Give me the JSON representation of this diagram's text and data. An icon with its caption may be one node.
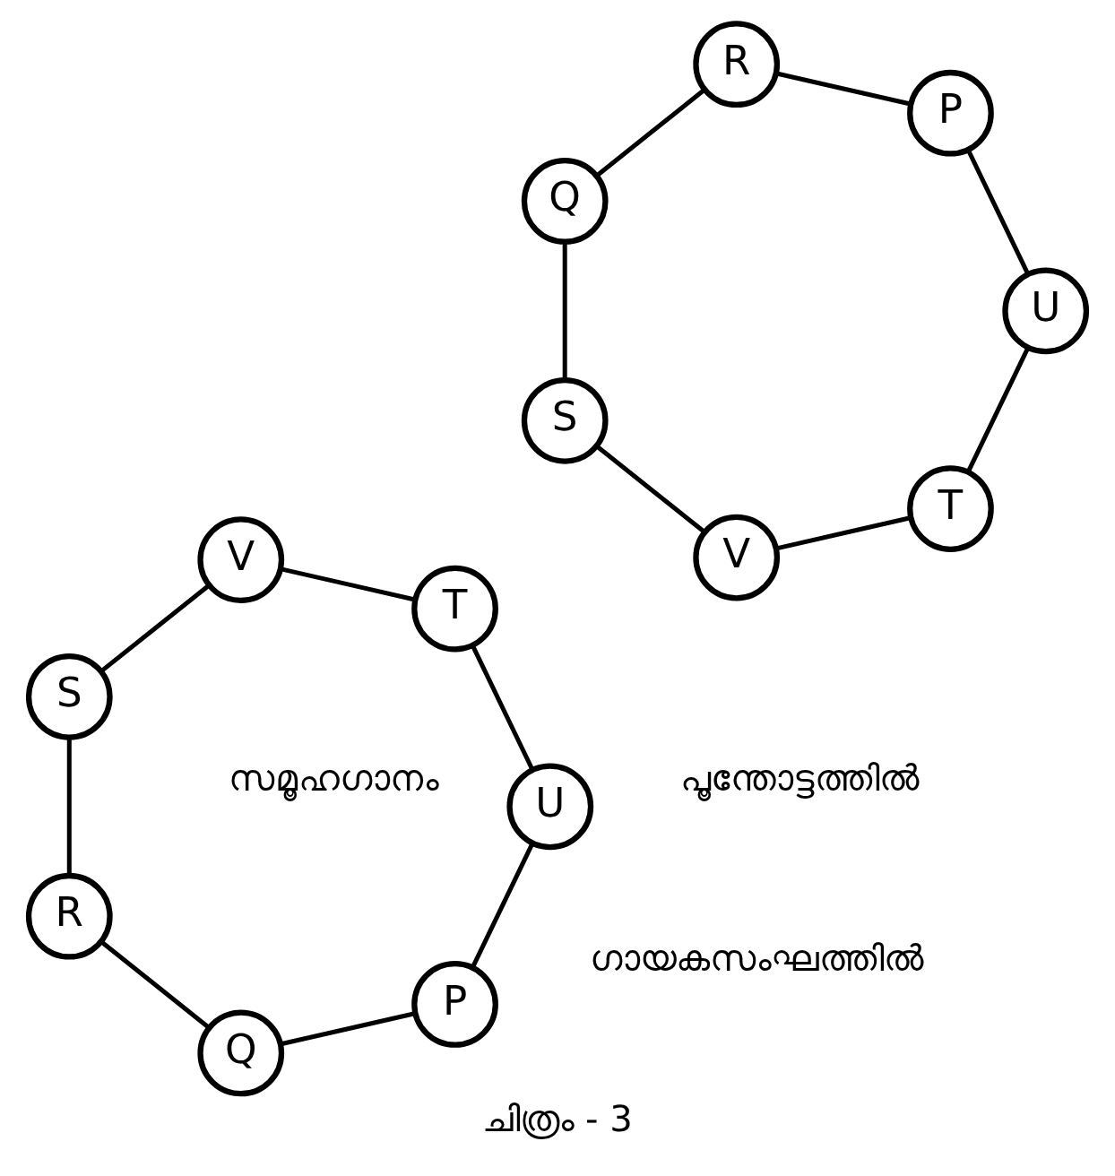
{
  "diagram": {
    "caption": "ചിത്രം - 3",
    "nodes": [
      {
        "text": [
          "P"
        ]
      },
      {
        "text": [
          "Q"
        ]
      },
      {
        "text": [
          "U"
        ]
      },
      {
        "text": [
          "T"
        ]
      },
      {
        "text": [
          "R"
        ]
      },
      {
        "text": [
          "V"
        ]
      },
      {
        "text": [
          "S"
        ]
      },
      {
        "text": [
          "T"
        ]
      },
      {
        "text": [
          "V"
        ]
      },
      {
        "text": [
          "U"
        ]
      },
      {
        "text": [
          "S"
        ]
      },
      {
        "text": [
          "P"
        ]
      },
      {
        "text": [
          "Q"
        ]
      },
      {
        "text": [
          "R"
        ]
      }
    ],
    "edges": [
      {
        "from": 0,
        "to": 1,
        "arrow": "none"
      },
      {
        "from": 1,
        "to": 4,
        "arrow": "none"
      },
      {
        "from": 4,
        "to": 6,
        "arrow": "none"
      },
      {
        "from": 6,
        "to": 5,
        "arrow": "none"
      },
      {
        "from": 5,
        "to": 3,
        "arrow": "none"
      },
      {
        "from": 3,
        "to": 2,
        "arrow": "none"
      },
      {
        "from": 2,
        "to": 0,
        "arrow": "none"
      },
      {
        "from": 7,
        "to": 8,
        "arrow": "none"
      },
      {
        "from": 8,
        "to": 10,
        "arrow": "none"
      },
      {
        "from": 10,
        "to": 12,
        "arrow": "none"
      },
      {
        "from": 12,
        "to": 13,
        "arrow": "none"
      },
      {
        "from": 13,
        "to": 11,
        "arrow": "none"
      },
      {
        "from": 11,
        "to": 9,
        "arrow": "none"
      },
      {
        "from": 9,
        "to": 7,
        "arrow": "none"
      }
    ],
    "labels": [
      "സമൂഹഗാനം",
      "ഗായകസംഘത്തിൽ",
      "പൂന്തോട്ടത്തിൽ"
    ]
  }
}
